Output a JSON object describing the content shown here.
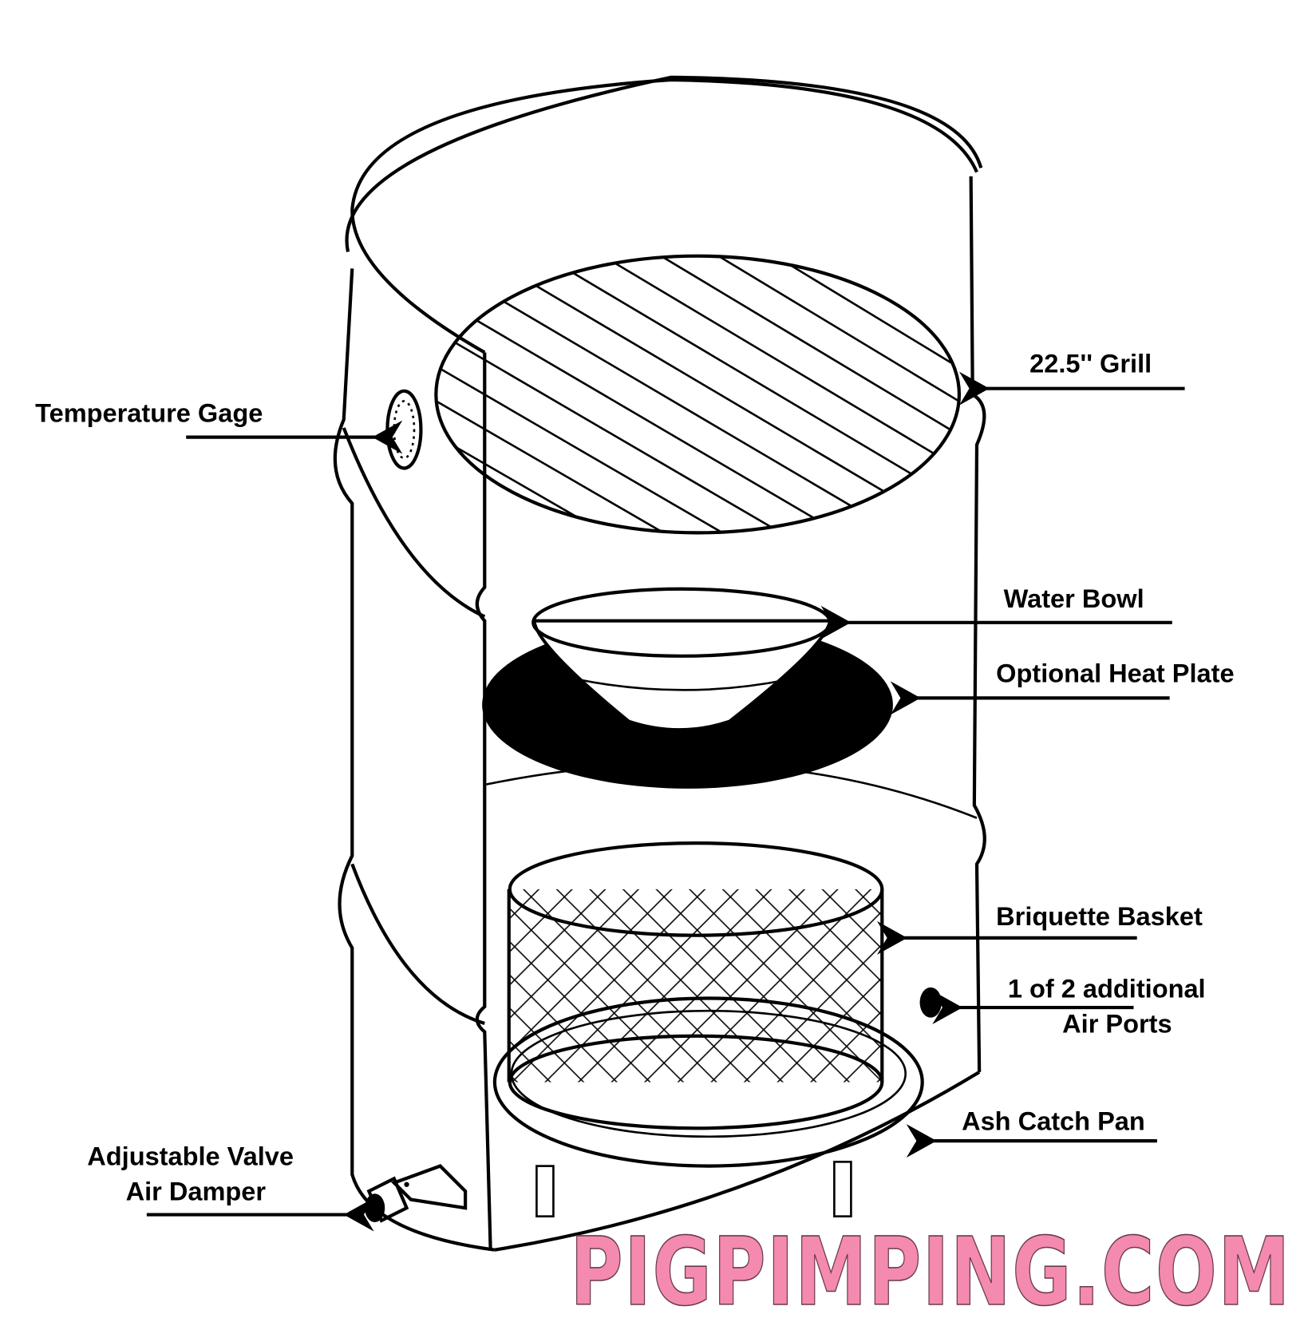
{
  "labels": {
    "temperature_gage": "Temperature Gage",
    "grill": "22.5'' Grill",
    "water_bowl": "Water Bowl",
    "heat_plate": "Optional Heat Plate",
    "briquette_basket": "Briquette Basket",
    "air_ports_line1": "1 of 2 additional",
    "air_ports_line2": "Air Ports",
    "ash_pan": "Ash Catch Pan",
    "damper_line1": "Adjustable Valve",
    "damper_line2": "Air Damper"
  },
  "watermark": "PIGPIMPING.COM",
  "colors": {
    "watermark": "#f48aaf",
    "lines": "#000000"
  }
}
